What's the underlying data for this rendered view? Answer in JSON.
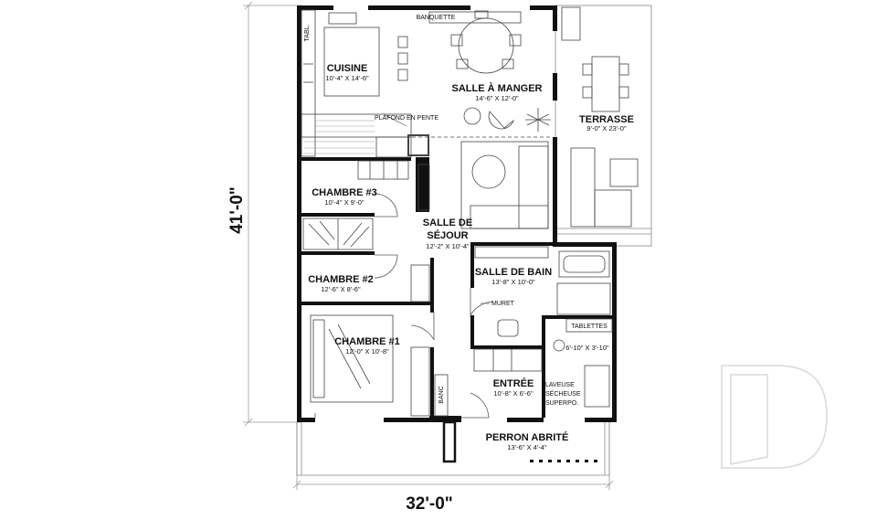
{
  "dimensions": {
    "width": "32'-0\"",
    "depth": "41'-0\""
  },
  "rooms": {
    "cuisine": {
      "name": "CUISINE",
      "size": "10'-4\" X 14'-6\""
    },
    "salle_a_manger": {
      "name": "SALLE À MANGER",
      "size": "14'-6\" X 12'-0\""
    },
    "terrasse": {
      "name": "TERRASSE",
      "size": "9'-0\" X 23'-0\""
    },
    "chambre3": {
      "name": "CHAMBRE #3",
      "size": "10'-4\" X 9'-0\""
    },
    "salle_de_sejour": {
      "name_line1": "SALLE DE",
      "name_line2": "SÉJOUR",
      "size": "12'-2\" X 10'-4\""
    },
    "salle_de_bain": {
      "name": "SALLE DE BAIN",
      "size": "13'-8\" X 10'-0\""
    },
    "chambre2": {
      "name": "CHAMBRE #2",
      "size": "12'-6\" X 8'-6\""
    },
    "chambre1": {
      "name": "CHAMBRE #1",
      "size": "12'-0\" X 10'-8\""
    },
    "entree": {
      "name": "ENTRÉE",
      "size": "10'-8\" X 6'-6\""
    },
    "perron": {
      "name": "PERRON ABRITÉ",
      "size": "13'-6\" X 4'-4\""
    },
    "laundry_room": {
      "size": "6'-10\" X 3'-10\""
    }
  },
  "labels": {
    "banquette": "BANQUETTE",
    "tabl": "TABL.",
    "plafond": "PLAFOND EN PENTE",
    "muret": "MURET",
    "tablettes": "TABLETTES",
    "banc": "BANC",
    "laveuse": "LAVEUSE",
    "secheuse": "SÉCHEUSE",
    "superpo": "SUPERPO."
  }
}
